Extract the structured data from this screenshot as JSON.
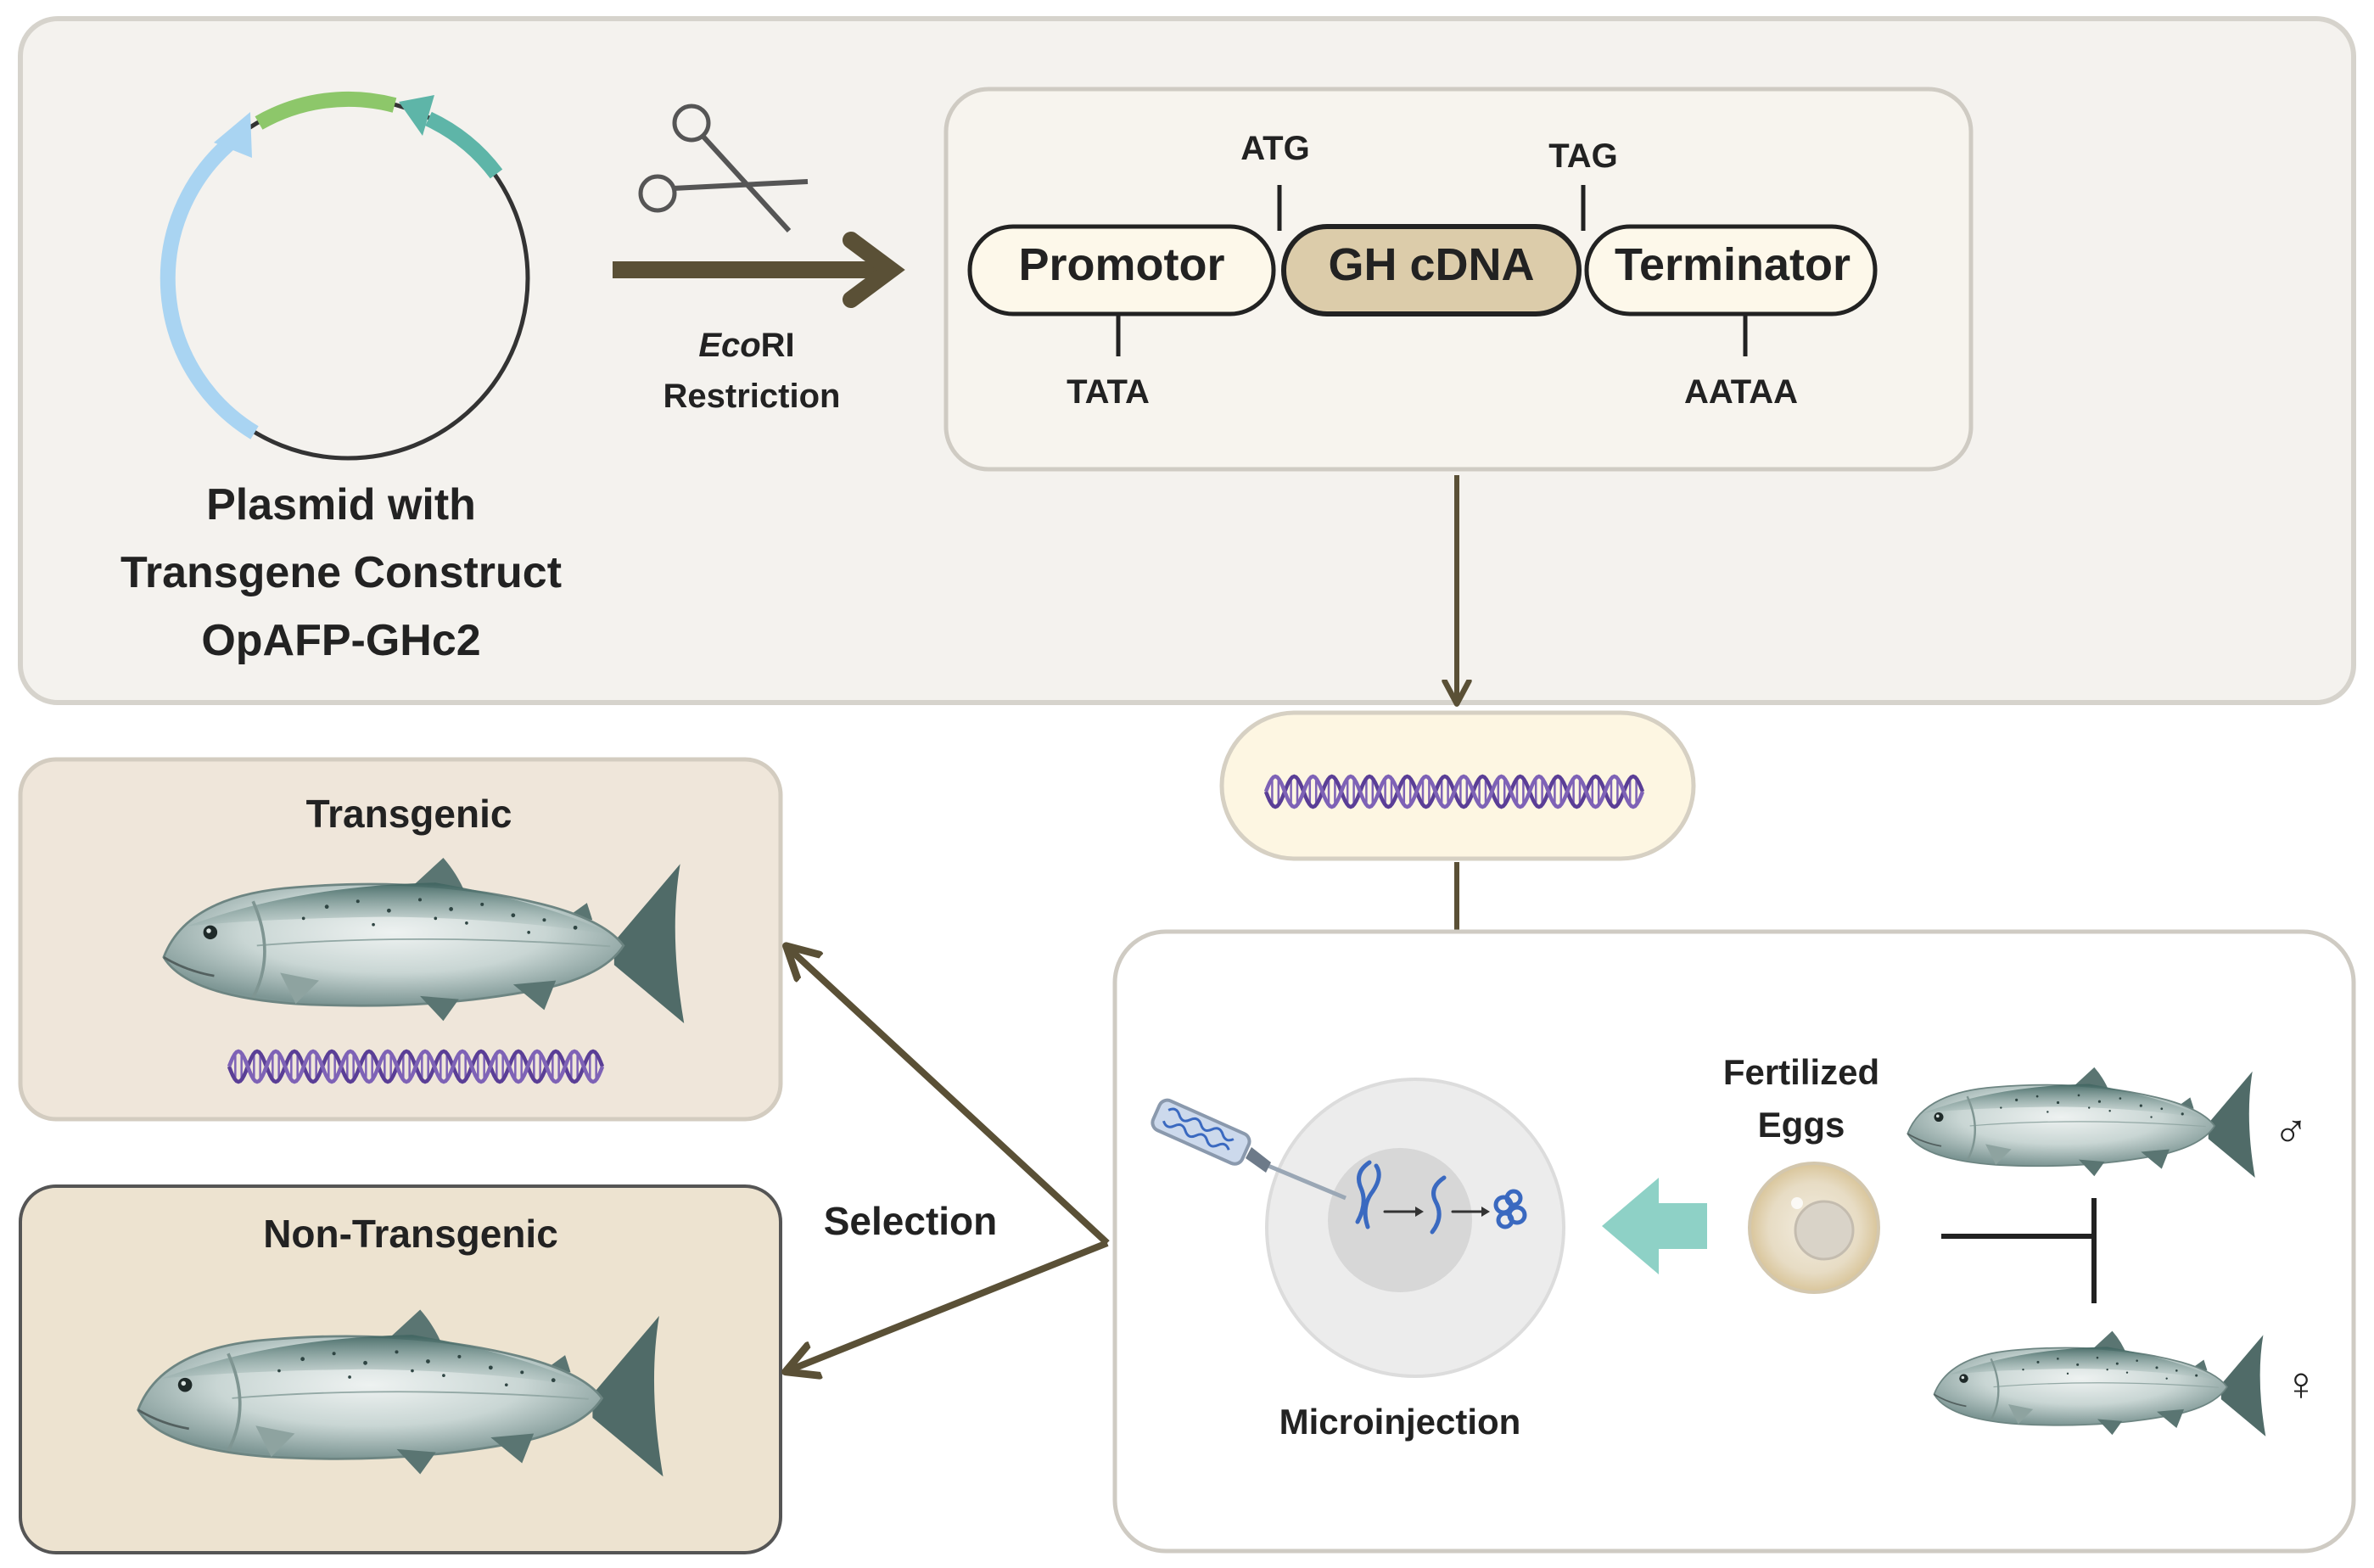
{
  "plasmid": {
    "title_line1": "Plasmid with",
    "title_line2": "Transgene Construct",
    "title_line3": "OpAFP-GHc2",
    "colors": {
      "backbone": "#333333",
      "arc_left": "#a9d4f2",
      "arc_top": "#8dc76a",
      "arc_right": "#5eb5a8"
    }
  },
  "restriction": {
    "enzyme_italic": "Eco",
    "enzyme_rest": "RI",
    "label": "Restriction"
  },
  "construct": {
    "promotor": "Promotor",
    "gene": "GH cDNA",
    "terminator": "Terminator",
    "start_codon": "ATG",
    "stop_codon": "TAG",
    "tata_box": "TATA",
    "polya_signal": "AATAA"
  },
  "outcomes": {
    "transgenic": "Transgenic",
    "non_transgenic": "Non-Transgenic",
    "selection": "Selection"
  },
  "injection": {
    "fertilized_line1": "Fertilized",
    "fertilized_line2": "Eggs",
    "microinjection": "Microinjection",
    "male_symbol": "♂",
    "female_symbol": "♀"
  },
  "colors": {
    "arrow": "#5a5036",
    "panel_fill": "#f4f2ee",
    "panel_border": "#d6d3cc",
    "box_fill": "#efe6da",
    "gene_fill": "#dcccaa",
    "element_fill": "#fdf8ea",
    "dna_pill_fill": "#fdf6e2",
    "dna_strand_a": "#5a3e96",
    "dna_strand_b": "#7e62b6",
    "teal_arrow": "#8ed1c6"
  }
}
